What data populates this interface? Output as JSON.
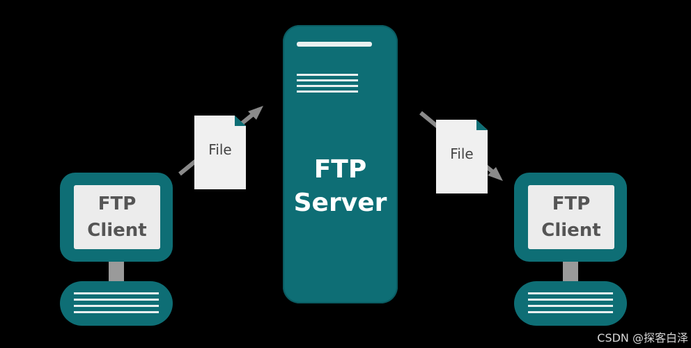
{
  "server": {
    "line1": "FTP",
    "line2": "Server"
  },
  "left_client": {
    "line1": "FTP",
    "line2": "Client"
  },
  "right_client": {
    "line1": "FTP",
    "line2": "Client"
  },
  "left_file": {
    "label": "File"
  },
  "right_file": {
    "label": "File"
  },
  "watermark": "CSDN @探客白泽",
  "colors": {
    "background": "#000000",
    "teal": "#0e6e75",
    "panel": "#ececec",
    "text_dark": "#555555",
    "arrow": "#8a8a8a"
  }
}
